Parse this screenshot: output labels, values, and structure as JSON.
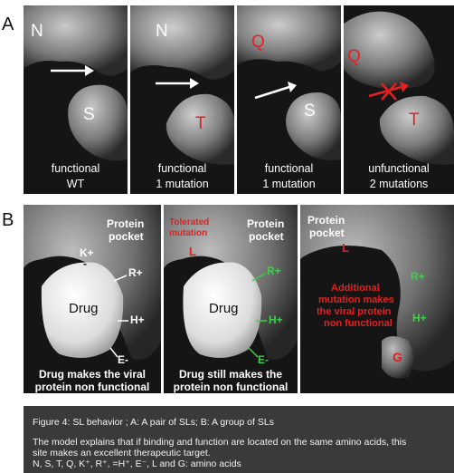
{
  "panel_a": {
    "letter": "A",
    "tiles": [
      {
        "top_res": "N",
        "bottom_res": "S",
        "label1": "functional",
        "label2": "WT"
      },
      {
        "top_res": "N",
        "bottom_res": "T",
        "label1": "functional",
        "label2": "1 mutation"
      },
      {
        "top_res": "Q",
        "bottom_res": "S",
        "label1": "functional",
        "label2": "1 mutation"
      },
      {
        "top_res": "Q",
        "bottom_res": "T",
        "label1": "unfunctional",
        "label2": "2 mutations"
      }
    ]
  },
  "panel_b": {
    "letter": "B",
    "tiles": [
      {
        "pocket_label1": "Protein",
        "pocket_label2": "pocket",
        "drug_label": "Drug",
        "residues": {
          "k": "K+",
          "k_sign": "-",
          "r": "R+",
          "h": "H+",
          "e": "E-"
        },
        "caption1": "Drug makes the viral",
        "caption2": "protein non functional"
      },
      {
        "pocket_label1": "Protein",
        "pocket_label2": "pocket",
        "tolerated1": "Tolerated",
        "tolerated2": "mutation",
        "l_label": "L",
        "drug_label": "Drug",
        "residues": {
          "r": "R+",
          "h": "H+",
          "e": "E-"
        },
        "caption1": "Drug still makes the",
        "caption2": "protein non functional"
      },
      {
        "pocket_label1": "Protein",
        "pocket_label2": "pocket",
        "l_label": "L",
        "extra1": "Additional",
        "extra2": "mutation makes",
        "extra3": "the viral protein",
        "extra4": "non functional",
        "residues": {
          "r": "R+",
          "h": "H+",
          "g": "G"
        }
      }
    ]
  },
  "caption": {
    "line1": "Figure 4: SL behavior ; A: A pair of SLs; B: A group of SLs",
    "line2": "The model explains that if binding and function are located on the same amino acids, this",
    "line3": "site makes an excellent therapeutic target.",
    "line4": "N, S, T, Q, K⁺, R⁺, =H⁺, E⁻, L and G: amino acids"
  }
}
